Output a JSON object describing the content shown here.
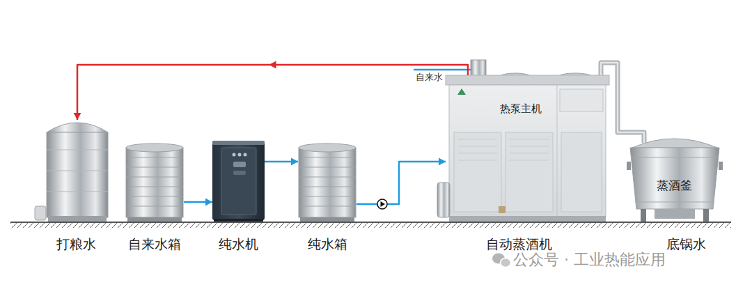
{
  "diagram": {
    "nodes": [
      {
        "text": [
          "打粮水"
        ]
      },
      {
        "text": [
          "自来水箱"
        ]
      },
      {
        "text": [
          "纯水机"
        ]
      },
      {
        "text": [
          "纯水箱"
        ]
      },
      {
        "text": [
          "热泵主机",
          "自动蒸酒机"
        ]
      },
      {
        "text": [
          "蒸酒釜",
          "底锅水"
        ]
      }
    ],
    "edges": [
      {
        "from": 4,
        "to": 0,
        "arrow": "to"
      },
      {
        "from": 1,
        "to": 2,
        "arrow": "to"
      },
      {
        "from": 2,
        "to": 3,
        "arrow": "to"
      },
      {
        "from": 3,
        "to": 4,
        "arrow": "to"
      },
      {
        "from": 4,
        "to": 5,
        "arrow": "none"
      }
    ],
    "labels": [
      "自来水",
      "公众号 · 工业热能应用"
    ]
  }
}
